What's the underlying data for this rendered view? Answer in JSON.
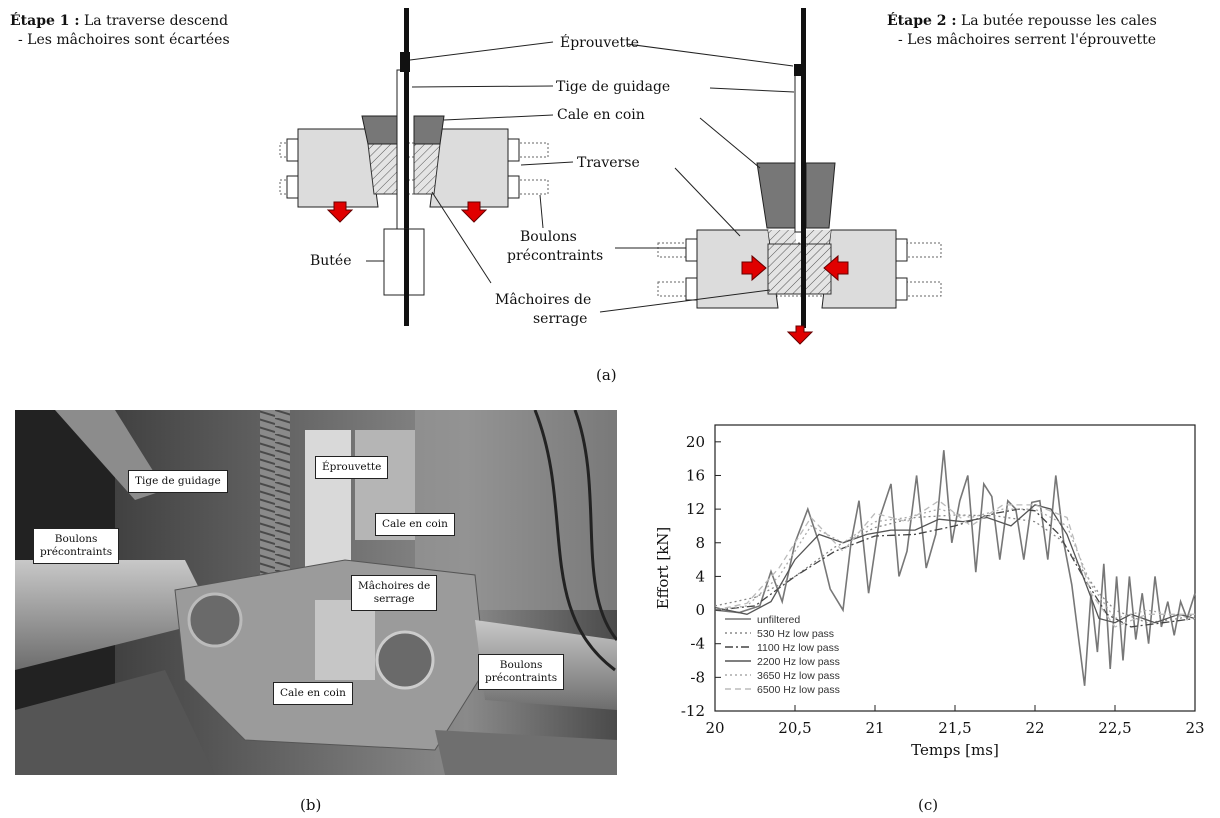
{
  "panel_a": {
    "step1_bold": "Étape 1 :",
    "step1_text": " La traverse descend",
    "step1_sub": "- Les mâchoires sont écartées",
    "step2_bold": "Étape 2 :",
    "step2_text": " La butée repousse les cales",
    "step2_sub": "- Les mâchoires serrent l'éprouvette",
    "labels": {
      "eprouvette": "Éprouvette",
      "tige": "Tige de guidage",
      "cale": "Cale en coin",
      "traverse": "Traverse",
      "boulons1": "Boulons",
      "boulons2": "précontraints",
      "butee": "Butée",
      "machoires1": "Mâchoires de",
      "machoires2": "serrage"
    },
    "caption": "(a)"
  },
  "panel_b": {
    "tags": {
      "tige": "Tige de guidage",
      "eprouvette": "Éprouvette",
      "boulons_left1": "Boulons",
      "boulons_left2": "précontraints",
      "cale_top": "Cale en coin",
      "machoires1": "Mâchoires de",
      "machoires2": "serrage",
      "boulons_right1": "Boulons",
      "boulons_right2": "précontraints",
      "cale_bottom": "Cale en coin"
    },
    "caption": "(b)"
  },
  "panel_c": {
    "caption": "(c)"
  },
  "chart_data": {
    "type": "line",
    "xlabel": "Temps [ms]",
    "ylabel": "Effort [kN]",
    "xlim": [
      20,
      23
    ],
    "ylim": [
      -12,
      22
    ],
    "xticks": [
      "20",
      "20,5",
      "21",
      "21,5",
      "22",
      "22,5",
      "23"
    ],
    "xtick_values": [
      20,
      20.5,
      21,
      21.5,
      22,
      22.5,
      23
    ],
    "yticks": [
      "20",
      "16",
      "12",
      "8",
      "4",
      "0",
      "-4",
      "-8",
      "-12"
    ],
    "ytick_values": [
      20,
      16,
      12,
      8,
      4,
      0,
      -4,
      -8,
      -12
    ],
    "grid": false,
    "legend_position": "bottom-left",
    "series": [
      {
        "name": "unfiltered",
        "style": "solid",
        "color": "#777777",
        "x": [
          20,
          20.15,
          20.28,
          20.35,
          20.42,
          20.5,
          20.58,
          20.65,
          20.72,
          20.8,
          20.85,
          20.9,
          20.96,
          21.03,
          21.1,
          21.15,
          21.2,
          21.26,
          21.32,
          21.38,
          21.43,
          21.48,
          21.53,
          21.58,
          21.63,
          21.68,
          21.73,
          21.78,
          21.83,
          21.88,
          21.93,
          21.98,
          22.03,
          22.08,
          22.13,
          22.18,
          22.23,
          22.27,
          22.31,
          22.35,
          22.39,
          22.43,
          22.47,
          22.51,
          22.55,
          22.59,
          22.63,
          22.67,
          22.71,
          22.75,
          22.79,
          22.83,
          22.87,
          22.91,
          22.95,
          23
        ],
        "y": [
          0,
          -0.3,
          0.5,
          4.6,
          1.0,
          8.0,
          12.0,
          8.0,
          2.5,
          0.0,
          8.0,
          13.0,
          2.0,
          11.0,
          15.0,
          4.0,
          7.0,
          16.0,
          5.0,
          9.0,
          19.0,
          8.0,
          13.0,
          16.0,
          4.5,
          15.0,
          13.5,
          6.0,
          13.0,
          12.0,
          6.0,
          12.8,
          13.0,
          6.0,
          16.0,
          8.0,
          3.0,
          -3.0,
          -9.0,
          2.0,
          -5.0,
          5.5,
          -7.0,
          4.0,
          -6.0,
          4.0,
          -3.5,
          2.0,
          -4.0,
          4.0,
          -2.0,
          1.0,
          -3.0,
          1.0,
          -1.0,
          2.0
        ]
      },
      {
        "name": "530 Hz low pass",
        "style": "dotted",
        "color": "#888888",
        "x": [
          20,
          20.25,
          20.5,
          20.75,
          21,
          21.25,
          21.5,
          21.75,
          22,
          22.15,
          22.25,
          22.4,
          22.5,
          22.7,
          22.9,
          23
        ],
        "y": [
          0.5,
          1.5,
          4.0,
          7.5,
          9.8,
          11.0,
          11.3,
          11.2,
          10.5,
          8.5,
          6.0,
          2.0,
          0.0,
          -1.5,
          -1.0,
          -0.5
        ]
      },
      {
        "name": "1100 Hz low pass",
        "style": "dashdot",
        "color": "#444444",
        "x": [
          20,
          20.25,
          20.5,
          20.75,
          21,
          21.25,
          21.5,
          21.75,
          21.9,
          22,
          22.15,
          22.3,
          22.45,
          22.6,
          22.8,
          23
        ],
        "y": [
          0.0,
          0.5,
          4.0,
          7.0,
          8.8,
          9.0,
          10.0,
          11.5,
          12.0,
          11.8,
          9.0,
          4.0,
          -0.5,
          -2.0,
          -1.5,
          -1.0
        ]
      },
      {
        "name": "2200 Hz low pass",
        "style": "solid",
        "color": "#555555",
        "x": [
          20,
          20.2,
          20.35,
          20.5,
          20.65,
          20.8,
          20.95,
          21.1,
          21.25,
          21.4,
          21.55,
          21.7,
          21.85,
          22,
          22.1,
          22.2,
          22.3,
          22.4,
          22.5,
          22.6,
          22.75,
          22.9,
          23
        ],
        "y": [
          0.3,
          -0.5,
          1.0,
          6.0,
          9.0,
          8.0,
          9.0,
          9.5,
          9.5,
          10.8,
          10.5,
          11.0,
          10.0,
          12.5,
          12.0,
          9.0,
          4.0,
          -1.0,
          -1.5,
          -0.5,
          -1.5,
          -0.5,
          -1.0
        ]
      },
      {
        "name": "3650 Hz low pass",
        "style": "dotted",
        "color": "#aaaaaa",
        "x": [
          20,
          20.2,
          20.4,
          20.6,
          20.8,
          21,
          21.2,
          21.4,
          21.6,
          21.8,
          22,
          22.2,
          22.35,
          22.5,
          22.7,
          23
        ],
        "y": [
          0.0,
          0.5,
          4.0,
          10.0,
          8.0,
          10.5,
          11.0,
          12.0,
          11.0,
          12.0,
          12.0,
          10.0,
          3.0,
          -1.0,
          0.0,
          -1.0
        ]
      },
      {
        "name": "6500 Hz low pass",
        "style": "dashed",
        "color": "#bbbbbb",
        "x": [
          20,
          20.2,
          20.4,
          20.6,
          20.8,
          21,
          21.2,
          21.4,
          21.6,
          21.8,
          22,
          22.2,
          22.35,
          22.5,
          22.7,
          23
        ],
        "y": [
          0.0,
          0.8,
          5.0,
          11.0,
          7.0,
          11.5,
          10.5,
          13.0,
          10.0,
          12.5,
          12.5,
          11.0,
          2.0,
          -2.0,
          -0.5,
          -0.5
        ]
      }
    ]
  }
}
